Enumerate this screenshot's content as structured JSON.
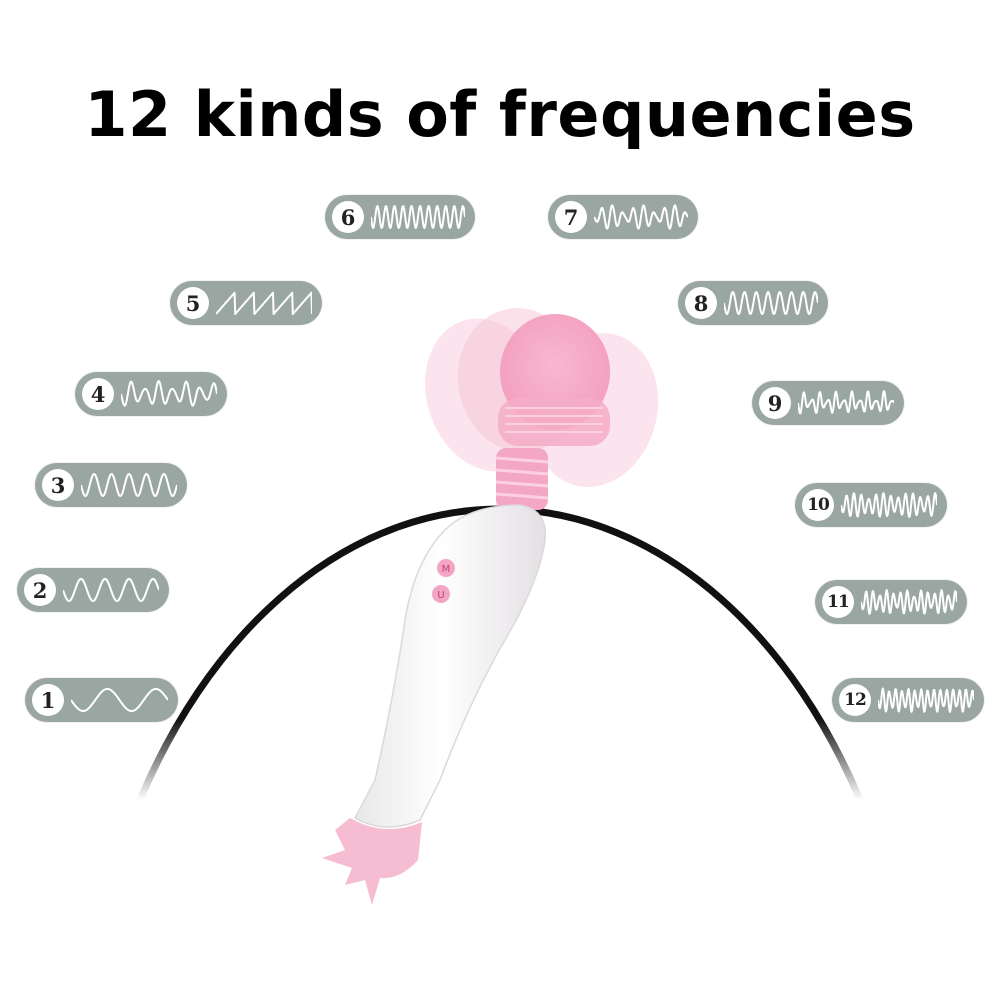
{
  "title": "12 kinds of frequencies",
  "colors": {
    "pill": "#9aa6a2",
    "badge": "#ffffff",
    "wave": "#ffffff",
    "arc": "#111111",
    "product_body": "#f7f5f6",
    "product_pink": "#f4a7c4"
  },
  "modes": [
    {
      "number": "1",
      "wave_icon": "slow-sine-wave-icon"
    },
    {
      "number": "2",
      "wave_icon": "sine-wave-icon"
    },
    {
      "number": "3",
      "wave_icon": "fast-sine-wave-icon"
    },
    {
      "number": "4",
      "wave_icon": "pulse-wave-icon"
    },
    {
      "number": "5",
      "wave_icon": "sawtooth-wave-icon"
    },
    {
      "number": "6",
      "wave_icon": "dense-zigzag-wave-icon"
    },
    {
      "number": "7",
      "wave_icon": "burst-wave-icon"
    },
    {
      "number": "8",
      "wave_icon": "dense-sine-wave-icon"
    },
    {
      "number": "9",
      "wave_icon": "irregular-wave-icon"
    },
    {
      "number": "10",
      "wave_icon": "spike-wave-icon"
    },
    {
      "number": "11",
      "wave_icon": "random-wave-icon"
    },
    {
      "number": "12",
      "wave_icon": "chaotic-wave-icon"
    }
  ]
}
